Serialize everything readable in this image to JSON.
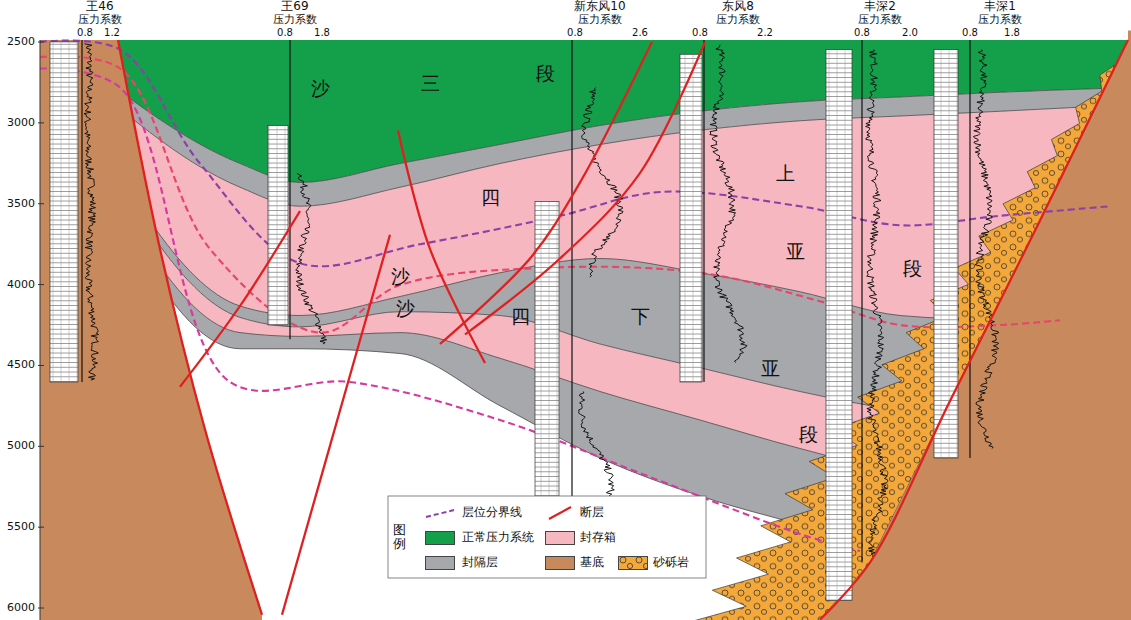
{
  "diagram": {
    "labels": [
      "2500",
      "3000",
      "3500",
      "4000",
      "4500",
      "5000",
      "5500",
      "6000",
      "王46",
      "压力系数",
      "0.8",
      "1.2",
      "王69",
      "压力系数",
      "0.8",
      "1.8",
      "新东风10",
      "压力系数",
      "0.8",
      "2.6",
      "东风8",
      "压力系数",
      "0.8",
      "2.2",
      "丰深2",
      "压力系数",
      "0.8",
      "2.0",
      "丰深1",
      "压力系数",
      "0.8",
      "1.8",
      "沙",
      "三",
      "段",
      "沙",
      "四",
      "上",
      "亚",
      "段",
      "沙",
      "四",
      "下",
      "亚",
      "段",
      "图例"
    ],
    "legend": [
      {
        "text": "层位分界线"
      },
      {
        "text": "断层"
      },
      {
        "text": "正常压力系统",
        "color": "#14a04b"
      },
      {
        "text": "封存箱",
        "color": "#f6b7c1"
      },
      {
        "text": "封隔层",
        "color": "#a7a8ab"
      },
      {
        "text": "基底",
        "color": "#c88a5c"
      },
      {
        "text": "砂砾岩"
      }
    ]
  }
}
